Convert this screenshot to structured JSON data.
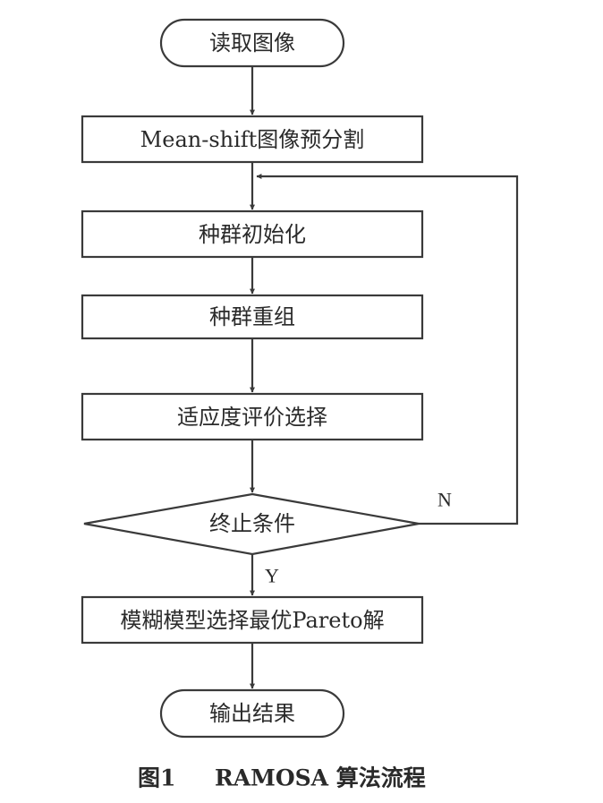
{
  "nodes": {
    "read_image": "读取图像",
    "presegment": "Mean-shift图像预分割",
    "init": "种群初始化",
    "recombine": "种群重组",
    "fitness": "适应度评价选择",
    "termination": "终止条件",
    "pareto_select": "模糊模型选择最优Pareto解",
    "output": "输出结果"
  },
  "branches": {
    "no": "N",
    "yes": "Y"
  },
  "caption": {
    "number": "图1",
    "title": "RAMOSA 算法流程"
  }
}
